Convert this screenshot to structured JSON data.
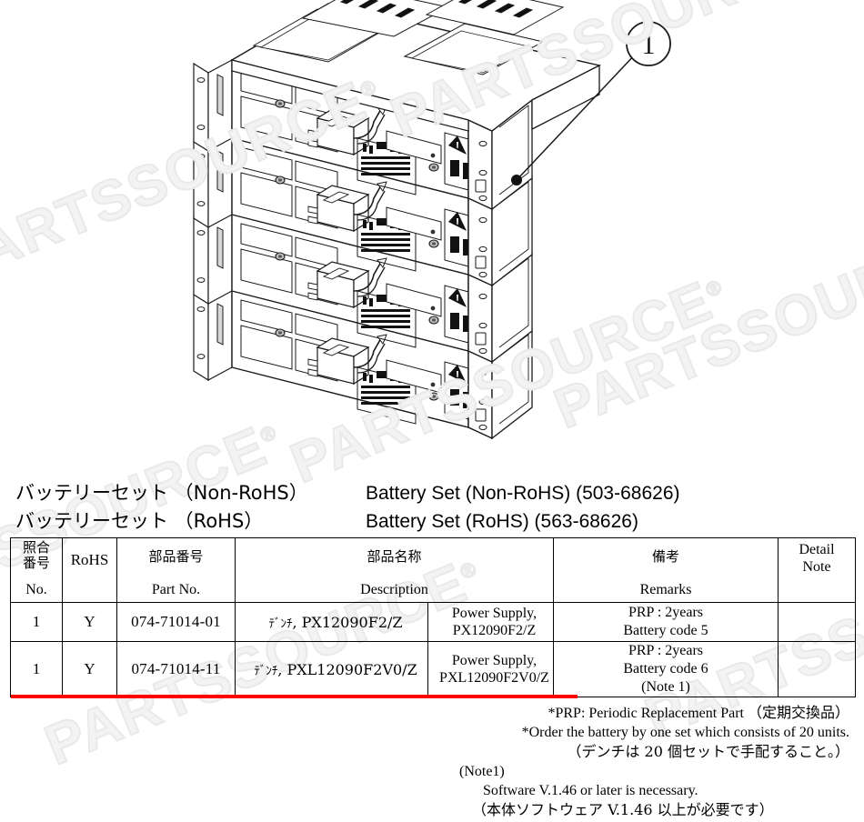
{
  "document": {
    "type": "parts-catalog-page",
    "callout": {
      "number": "1",
      "label": "callout-1"
    }
  },
  "illustration": {
    "name": "battery-set-stack-isometric",
    "description": "Isometric line drawing of four stacked rack-mount battery / power supply units",
    "unit_count": 4
  },
  "titles": {
    "line1": {
      "japanese": "バッテリーセット （Non-RoHS）",
      "english": "Battery Set (Non-RoHS) (503-68626)"
    },
    "line2": {
      "japanese": "バッテリーセット （RoHS）",
      "english": "Battery Set (RoHS) (563-68626)"
    }
  },
  "table": {
    "headers_jp": [
      "照合\n番号",
      "RoHS",
      "部品番号",
      "部品名称",
      "備考",
      "Detail"
    ],
    "columns": [
      {
        "jp": "照合",
        "jp2": "番号",
        "en": "No."
      },
      {
        "jp": "",
        "jp2": "",
        "en": "RoHS"
      },
      {
        "jp": "部品番号",
        "jp2": "",
        "en": "Part No."
      },
      {
        "jp": "部品名称",
        "jp2": "",
        "en": "Description"
      },
      {
        "jp": "備考",
        "jp2": "",
        "en": "Remarks"
      },
      {
        "jp": "",
        "jp2": "",
        "en": "Detail Note"
      }
    ],
    "header": {
      "no_jp_1": "照合",
      "no_jp_2": "番号",
      "no_en": "No.",
      "rohs": "RoHS",
      "partno_jp": "部品番号",
      "partno_en": "Part No.",
      "desc_jp": "部品名称",
      "desc_en": "Description",
      "remarks_jp": "備考",
      "remarks_en": "Remarks",
      "detail_en_1": "Detail",
      "detail_en_2": "Note"
    },
    "rows": [
      {
        "no": "1",
        "rohs": "Y",
        "part_no": "074-71014-01",
        "desc_jp_kana": "ﾃﾞﾝﾁ",
        "desc_jp": "ﾃﾞﾝﾁ, PX12090F2/Z",
        "desc_jp_rest": ", PX12090F2/Z",
        "desc_en_line1": "Power Supply,",
        "desc_en_line2": "PX12090F2/Z",
        "remarks_line1": "PRP : 2years",
        "remarks_line2": "Battery code 5",
        "remarks_line3": "",
        "detail_note": ""
      },
      {
        "no": "1",
        "rohs": "Y",
        "part_no": "074-71014-11",
        "desc_jp_kana": "ﾃﾞﾝﾁ",
        "desc_jp": "ﾃﾞﾝﾁ, PXL12090F2V0/Z",
        "desc_jp_rest": ", PXL12090F2V0/Z",
        "desc_en_line1": "Power Supply,",
        "desc_en_line2": "PXL12090F2V0/Z",
        "remarks_line1": "PRP : 2years",
        "remarks_line2": "Battery code 6",
        "remarks_line3": "(Note 1)",
        "detail_note": ""
      }
    ],
    "highlight_color": "#ff0000"
  },
  "footnotes": {
    "line1": "*PRP: Periodic Replacement Part （定期交換品）",
    "line2": "*Order the battery by one set which consists of 20 units.",
    "line3": "（デンチは 20 個セットで手配すること。）",
    "line4": "(Note1)",
    "line5": "Software V.1.46 or later is necessary.",
    "line6": "（本体ソフトウェア V.1.46 以上が必要です）"
  },
  "watermark": {
    "text": "PARTSSOURCE",
    "registered_mark": "®",
    "color": "#e9e9e9"
  }
}
